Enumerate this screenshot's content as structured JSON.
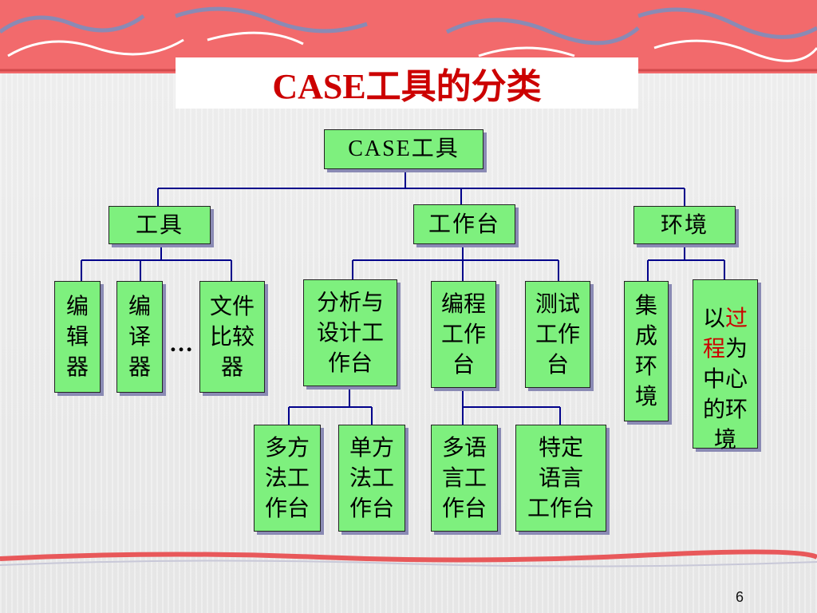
{
  "slide": {
    "title": "CASE工具的分类",
    "page_number": "6"
  },
  "root": {
    "label": "CASE工具"
  },
  "level1": {
    "tools": "工具",
    "workbench": "工作台",
    "environment": "环境"
  },
  "tools_children": {
    "editor1": "编\n辑\n器",
    "editor2": "编\n译\n器",
    "ellipsis": "…",
    "file_compare": "文件\n比较\n器"
  },
  "workbench_children": {
    "analysis_design": "分析与\n设计工\n作台",
    "programming": "编程\n工作\n台",
    "testing": "测试\n工作\n台"
  },
  "environment_children": {
    "integrated": "集\n成\n环\n境",
    "process_centered_prefix": "以",
    "process_centered_hl1": "过",
    "process_centered_hl2": "程",
    "process_centered_rest1": "为",
    "process_centered_rest2": "中心\n的环\n境"
  },
  "level3": {
    "multi_method": "多方\n法工\n作台",
    "single_method": "单方\n法工\n作台",
    "multi_language": "多语\n言工\n作台",
    "specific_language": "特定\n语言\n工作台"
  },
  "colors": {
    "node_fill": "#7ef07e",
    "title_color": "#cc0000",
    "connector": "#00008b",
    "highlight": "#cc0000"
  }
}
